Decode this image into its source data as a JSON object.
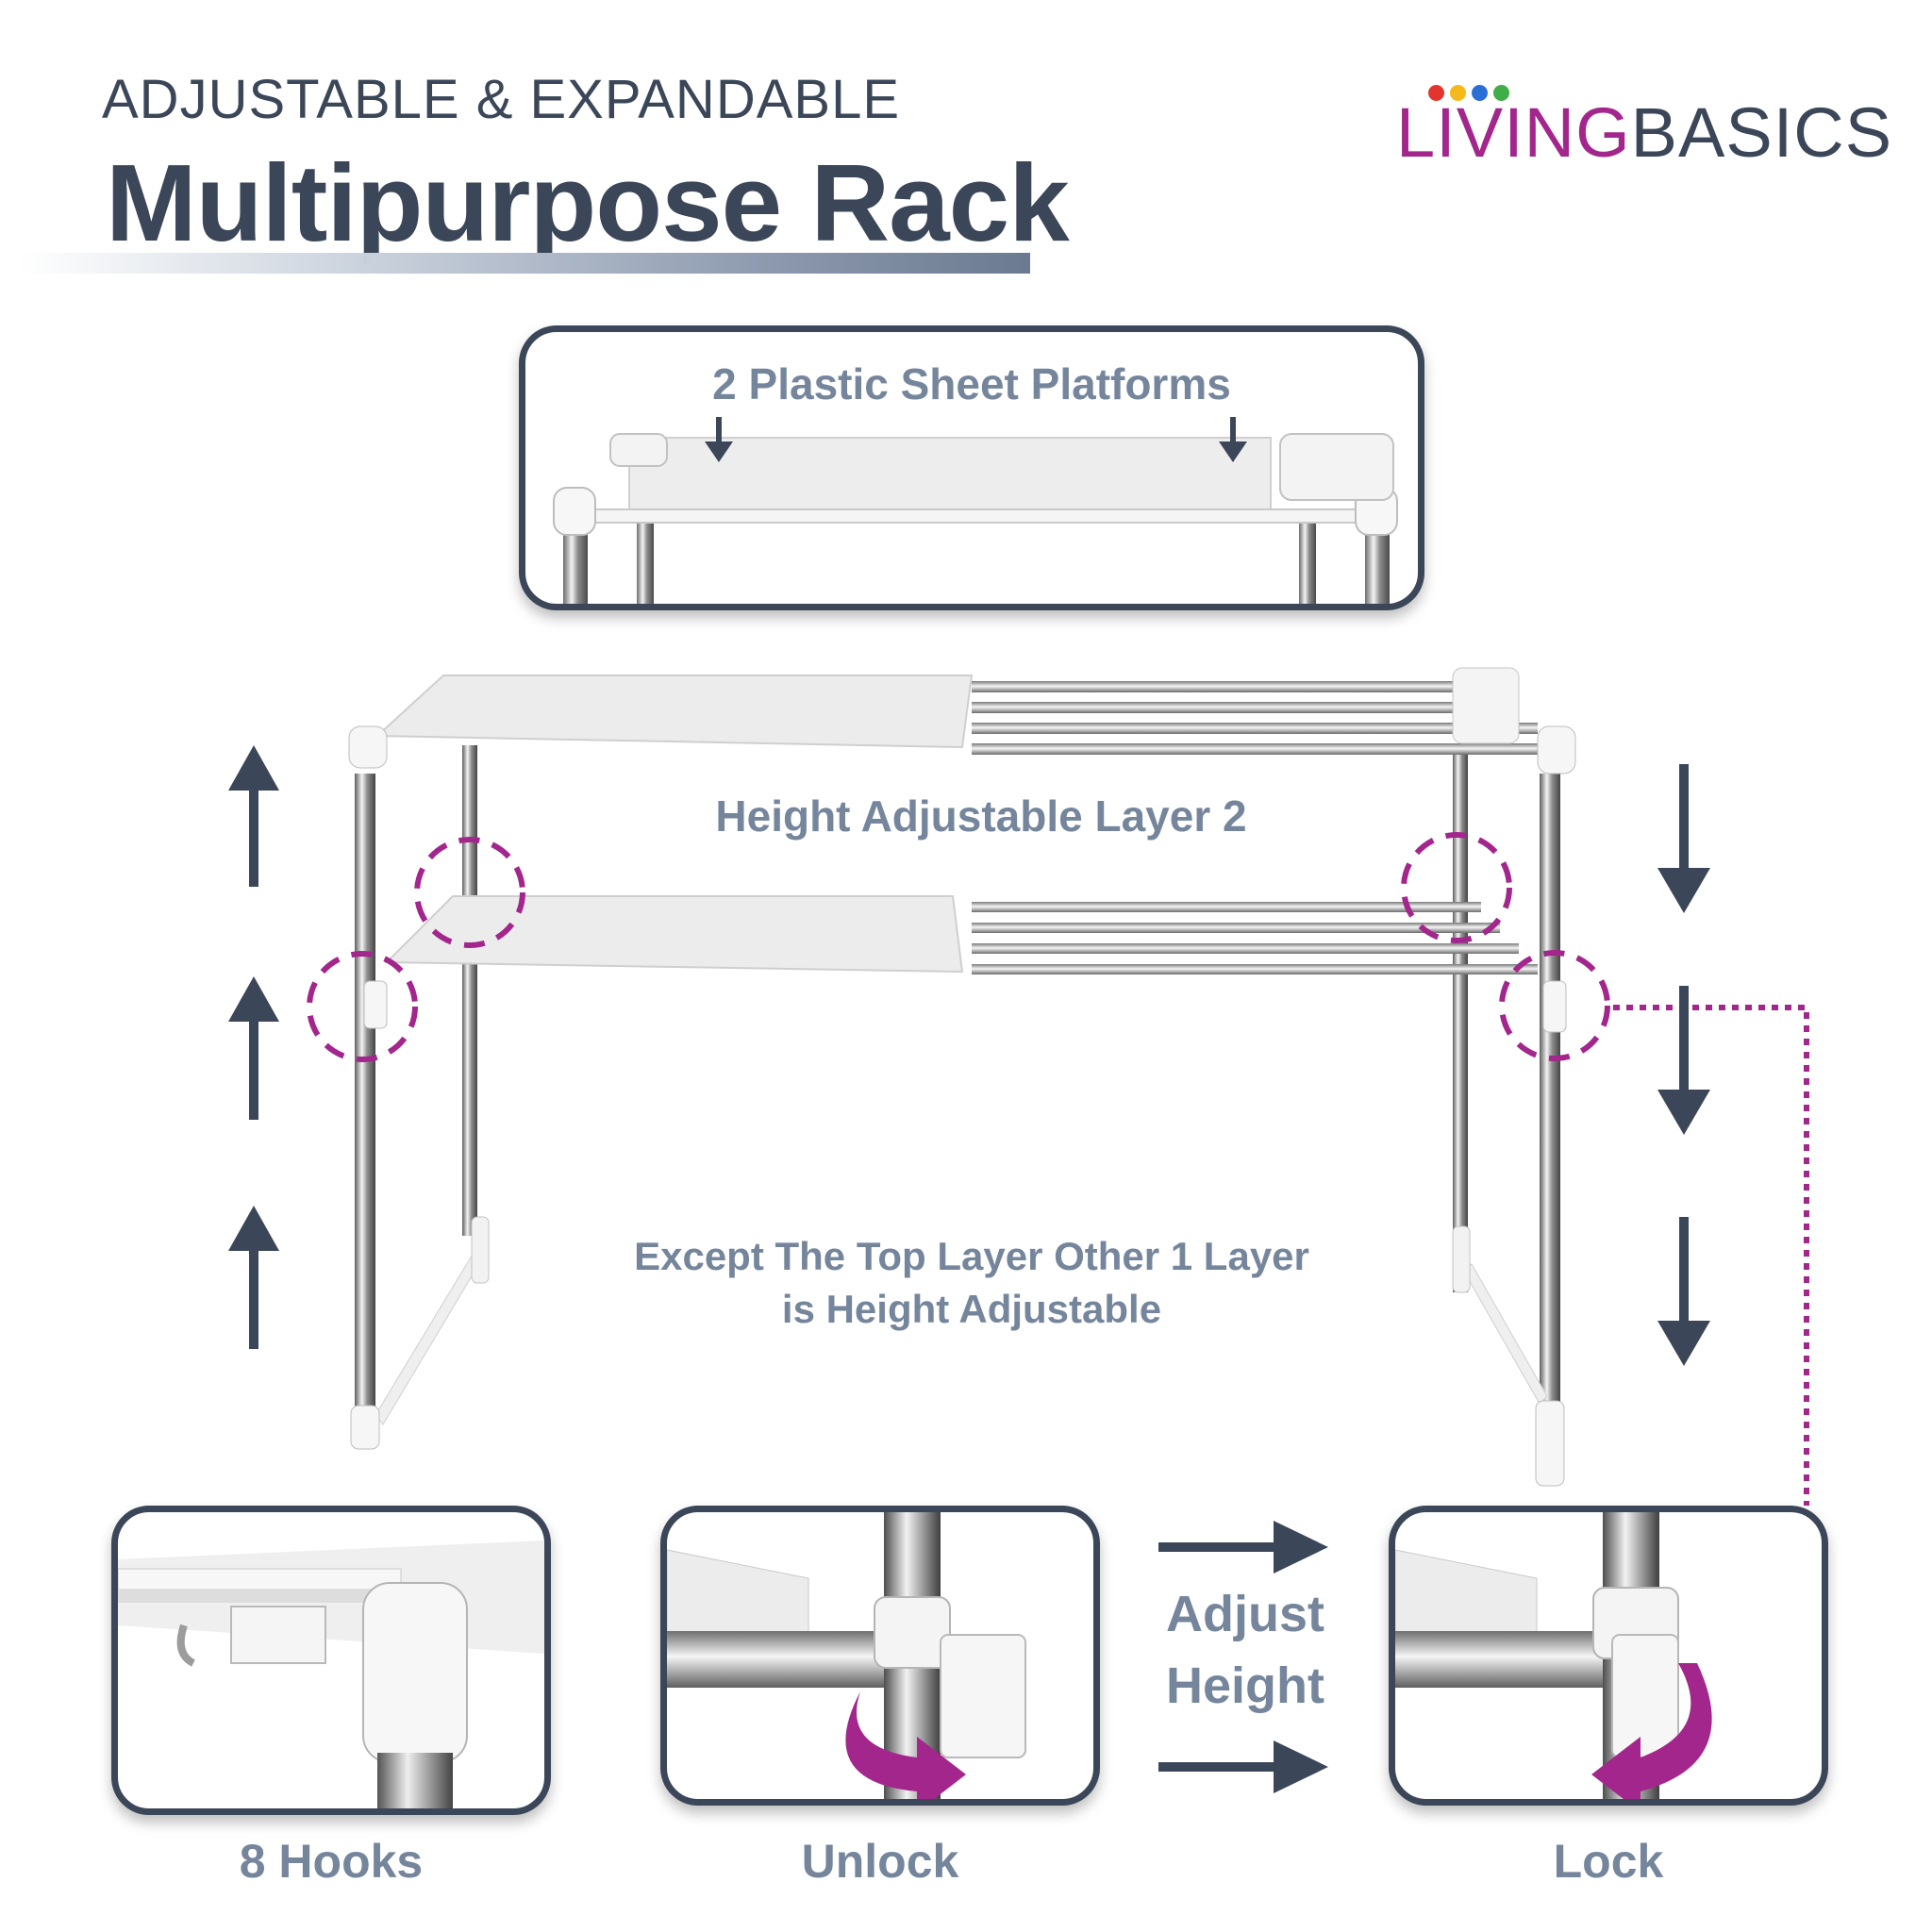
{
  "header": {
    "subtitle": "ADJUSTABLE & EXPANDABLE",
    "title": "Multipurpose Rack"
  },
  "brand": {
    "living": "LIVING",
    "basics": "BASICS",
    "dot_colors": [
      "#e3342f",
      "#f6b91a",
      "#2a6fd6",
      "#3fae49"
    ]
  },
  "callouts": {
    "top": "2 Plastic Sheet Platforms",
    "middle": "Height Adjustable Layer 2",
    "lower_line1": "Except The Top Layer Other 1 Layer",
    "lower_line2": "is Height Adjustable",
    "adjust_line1": "Adjust",
    "adjust_line2": "Height"
  },
  "bottom_labels": {
    "hooks": "8 Hooks",
    "unlock": "Unlock",
    "lock": "Lock"
  },
  "colors": {
    "navy": "#3b4758",
    "label_blue": "#75869c",
    "accent_purple": "#a3268d"
  }
}
